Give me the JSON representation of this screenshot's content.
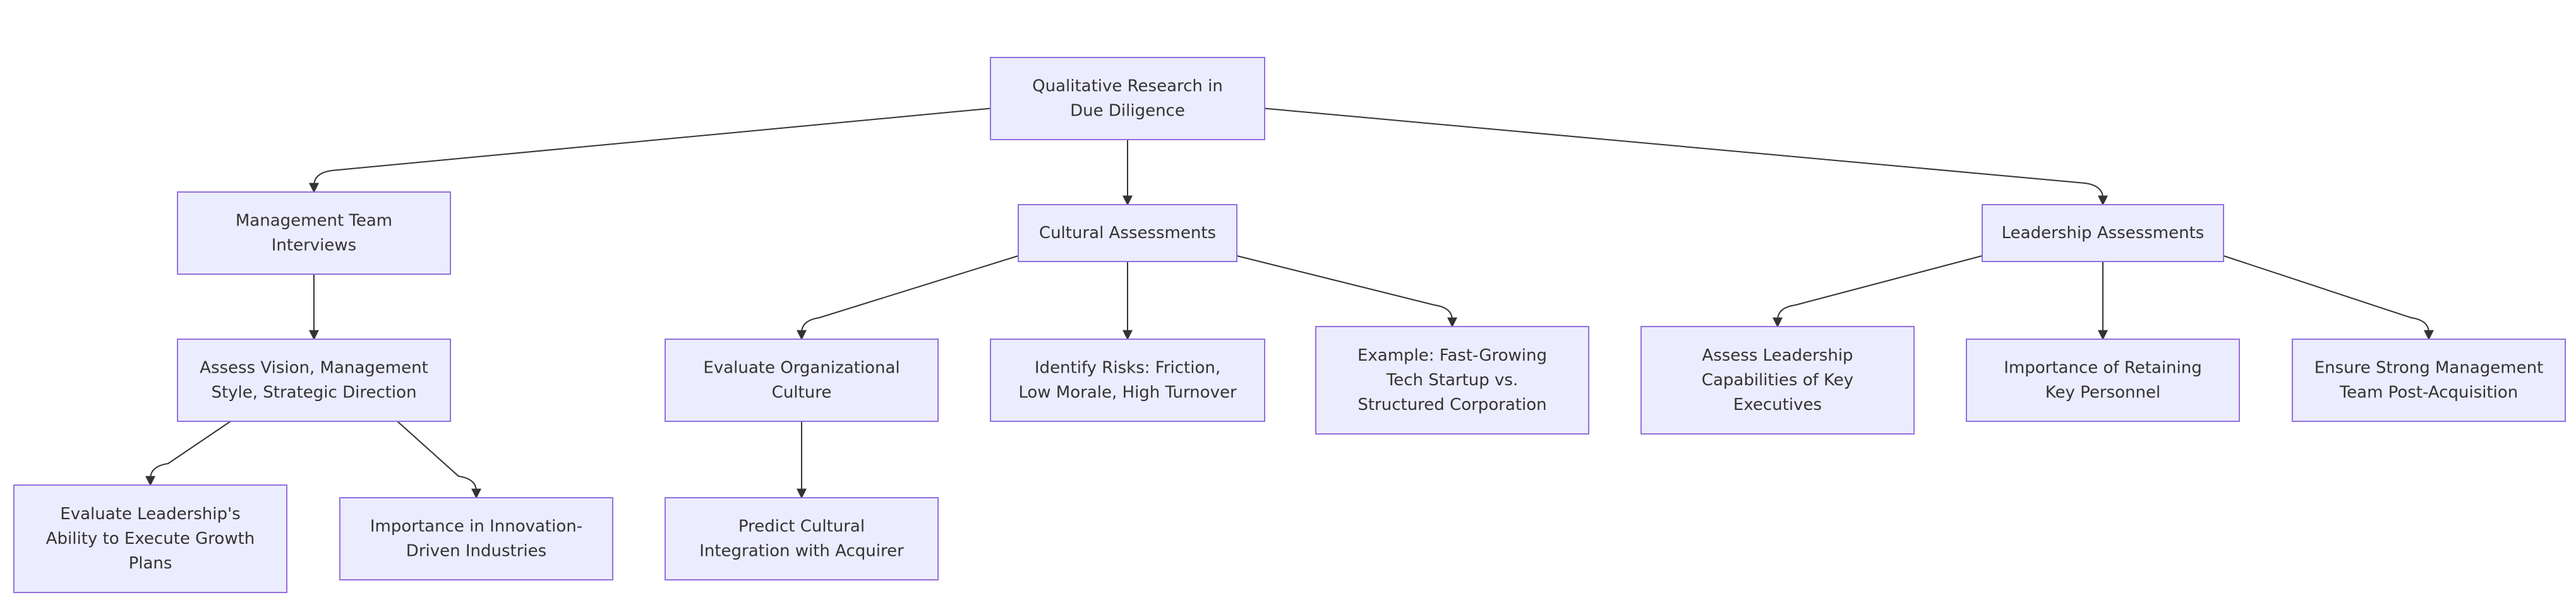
{
  "diagram": {
    "type": "flowchart-tree",
    "colors": {
      "node_fill": "#ececff",
      "node_border": "#9370db",
      "edge": "#333333",
      "text": "#333333"
    },
    "nodes": {
      "root": {
        "lines": [
          "Qualitative Research in",
          "Due Diligence"
        ]
      },
      "mgmt": {
        "lines": [
          "Management Team",
          "Interviews"
        ]
      },
      "culture": {
        "lines": [
          "Cultural Assessments"
        ]
      },
      "leader": {
        "lines": [
          "Leadership Assessments"
        ]
      },
      "vision": {
        "lines": [
          "Assess Vision, Management",
          "Style, Strategic Direction"
        ]
      },
      "evalOrg": {
        "lines": [
          "Evaluate Organizational",
          "Culture"
        ]
      },
      "risks": {
        "lines": [
          "Identify Risks: Friction,",
          "Low Morale, High Turnover"
        ]
      },
      "example": {
        "lines": [
          "Example: Fast-Growing",
          "Tech Startup vs.",
          "Structured Corporation"
        ]
      },
      "assessLead": {
        "lines": [
          "Assess Leadership",
          "Capabilities of Key",
          "Executives"
        ]
      },
      "retain": {
        "lines": [
          "Importance of Retaining",
          "Key Personnel"
        ]
      },
      "ensure": {
        "lines": [
          "Ensure Strong Management",
          "Team Post-Acquisition"
        ]
      },
      "growth": {
        "lines": [
          "Evaluate Leadership's",
          "Ability to Execute Growth",
          "Plans"
        ]
      },
      "innov": {
        "lines": [
          "Importance in Innovation-",
          "Driven Industries"
        ]
      },
      "predict": {
        "lines": [
          "Predict Cultural",
          "Integration with Acquirer"
        ]
      }
    },
    "edges": [
      [
        "root",
        "mgmt"
      ],
      [
        "root",
        "culture"
      ],
      [
        "root",
        "leader"
      ],
      [
        "mgmt",
        "vision"
      ],
      [
        "culture",
        "evalOrg"
      ],
      [
        "culture",
        "risks"
      ],
      [
        "culture",
        "example"
      ],
      [
        "leader",
        "assessLead"
      ],
      [
        "leader",
        "retain"
      ],
      [
        "leader",
        "ensure"
      ],
      [
        "vision",
        "growth"
      ],
      [
        "vision",
        "innov"
      ],
      [
        "evalOrg",
        "predict"
      ]
    ]
  }
}
